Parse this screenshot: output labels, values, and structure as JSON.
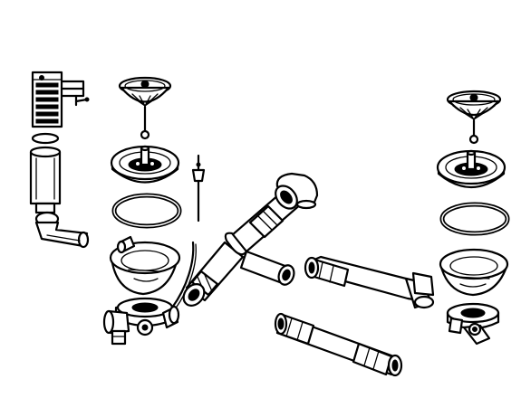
{
  "diagram": {
    "type": "exploded-assembly",
    "background": "#ffffff",
    "ink": "#000000",
    "parts": [
      "overflow-strainer-with-bracket",
      "overflow-channel",
      "overflow-elbow-hose",
      "basket-strainer-left",
      "strainer-stem-left",
      "sink-flange-left",
      "sealing-ring-left",
      "strainer-body-left",
      "pop-up-control-rod",
      "control-cable",
      "trap-fitting-left",
      "tee-connector-pipe",
      "elbow-fitting",
      "s-bend-pipe",
      "straight-connector-pipe",
      "basket-strainer-right",
      "strainer-stem-right",
      "sink-flange-right",
      "sealing-ring-right",
      "strainer-body-right",
      "trap-fitting-right"
    ]
  }
}
